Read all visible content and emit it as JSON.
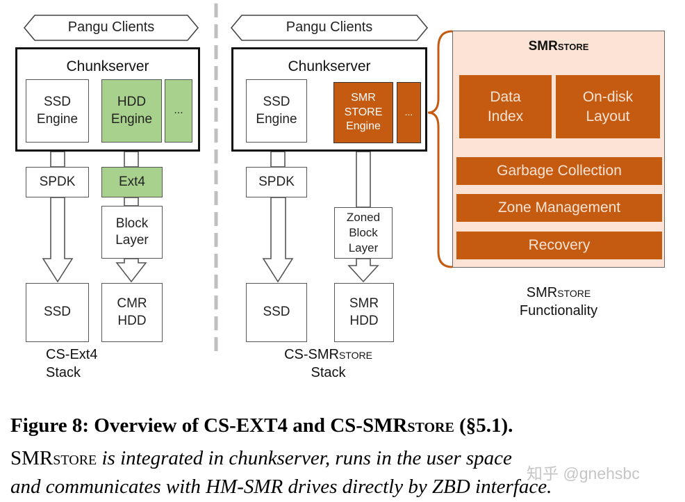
{
  "left": {
    "clients": "Pangu Clients",
    "chunkserver": "Chunkserver",
    "ssd_engine": "SSD\nEngine",
    "hdd_engine": "HDD\nEngine",
    "more": "...",
    "spdk": "SPDK",
    "ext4": "Ext4",
    "block_layer": "Block\nLayer",
    "ssd": "SSD",
    "cmr_hdd": "CMR\nHDD",
    "stack_label": "CS-Ext4\nStack"
  },
  "right": {
    "clients": "Pangu Clients",
    "chunkserver": "Chunkserver",
    "ssd_engine": "SSD\nEngine",
    "smr_engine": "SMR\nSTORE\nEngine",
    "more": "...",
    "spdk": "SPDK",
    "zoned_block_layer": "Zoned\nBlock\nLayer",
    "ssd": "SSD",
    "smr_hdd": "SMR\nHDD",
    "stack_label_main": "CS-SMR",
    "stack_label_sc": "store",
    "stack_label_line2": "Stack"
  },
  "smrstore": {
    "title_main": "SMR",
    "title_sc": "store",
    "data_index": "Data\nIndex",
    "on_disk_layout": "On-disk\nLayout",
    "garbage_collection": "Garbage Collection",
    "zone_management": "Zone Management",
    "recovery": "Recovery",
    "func_main": "SMR",
    "func_sc": "store",
    "func_line2": "Functionality"
  },
  "caption": {
    "line1": "Figure 8:  Overview of CS-EXT4 and CS-SMR",
    "line1_sc": "store",
    "line1_end": " (§5.1).",
    "line2_main": "SMR",
    "line2_sc": "store",
    "line2_rest": " is integrated in chunkserver, runs in the user space",
    "line3": "and communicates with HM-SMR drives directly by ZBD interface."
  },
  "watermark": "知乎 @gnehsbc",
  "colors": {
    "green": "#a9d18e",
    "orange": "#c55a11",
    "peach": "#fbe4d5",
    "divider": "#bfbfbf"
  }
}
